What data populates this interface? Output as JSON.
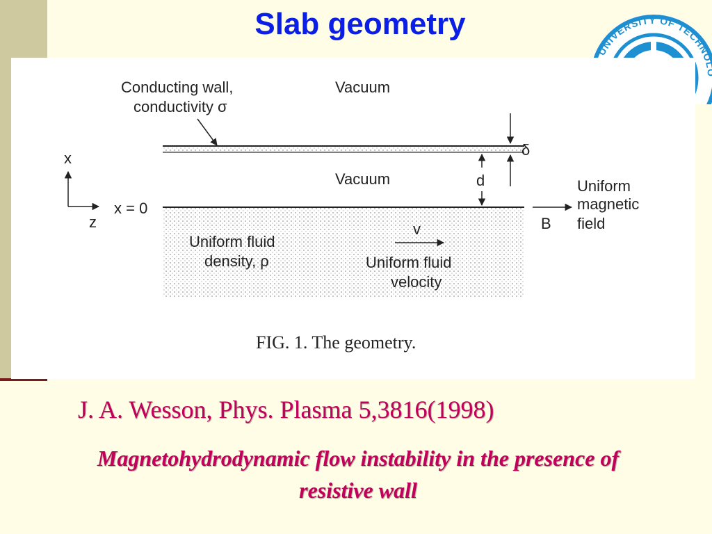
{
  "slide": {
    "title": "Slab geometry",
    "citation": "J. A. Wesson, Phys. Plasma  5,3816(1998)",
    "subtitle_line1": "Magnetohydrodynamic flow instability in the presence of",
    "subtitle_line2": "resistive wall"
  },
  "logo": {
    "ring_text": "IAN UNIVERSITY OF TECHNOLOGY",
    "icon": "university-seal-icon"
  },
  "diagram": {
    "wall_label_1": "Conducting wall,",
    "wall_label_2": "conductivity σ",
    "vacuum_top": "Vacuum",
    "vacuum_mid": "Vacuum",
    "axis_x": "x",
    "axis_z": "z",
    "x_zero": "x = 0",
    "delta": "δ",
    "d": "d",
    "uniform_field_1": "Uniform",
    "uniform_field_2": "magnetic",
    "uniform_field_3": "field",
    "b_label": "B",
    "v_label": "v",
    "fluid_density_1": "Uniform fluid",
    "fluid_density_2": "density, ρ",
    "fluid_velocity_1": "Uniform fluid",
    "fluid_velocity_2": "velocity",
    "caption": "FIG. 1.  The geometry."
  },
  "colors": {
    "title": "#0a1ee6",
    "citation": "#c0005a",
    "background": "#fffde6",
    "band": "#cfc9a0",
    "logo": "#1e8fd0"
  }
}
